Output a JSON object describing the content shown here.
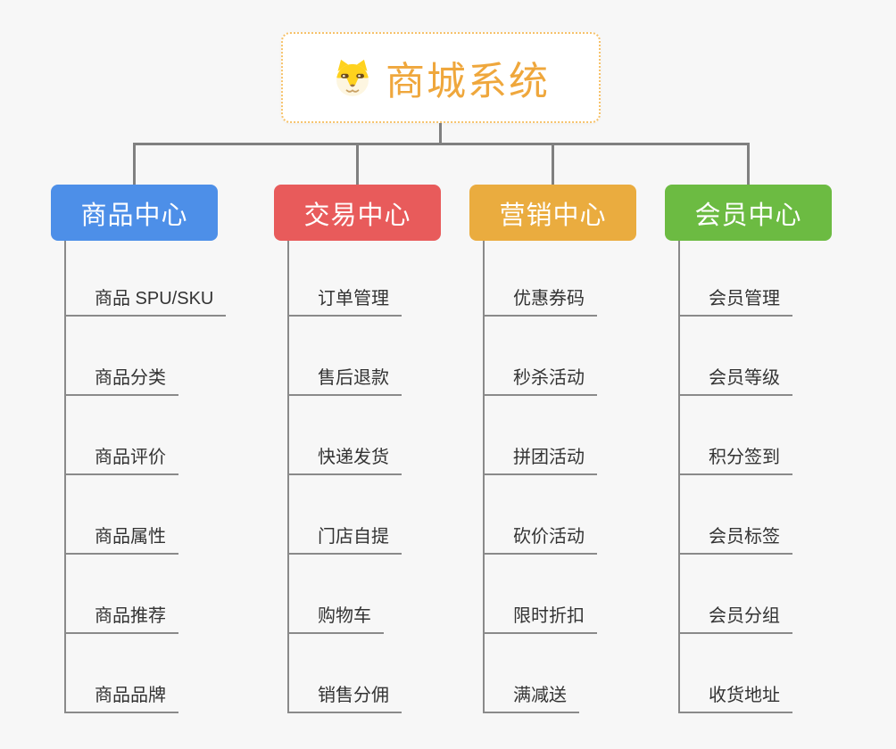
{
  "root": {
    "title": "商城系统",
    "icon": "shiba-dog-icon",
    "title_color": "#EFA73C",
    "border_color": "#F6C26B"
  },
  "branches": [
    {
      "label": "商品中心",
      "color": "#4D8FE8",
      "items": [
        "商品 SPU/SKU",
        "商品分类",
        "商品评价",
        "商品属性",
        "商品推荐",
        "商品品牌"
      ]
    },
    {
      "label": "交易中心",
      "color": "#E85B5B",
      "items": [
        "订单管理",
        "售后退款",
        "快递发货",
        "门店自提",
        "购物车",
        "销售分佣"
      ]
    },
    {
      "label": "营销中心",
      "color": "#EAAC3F",
      "items": [
        "优惠券码",
        "秒杀活动",
        "拼团活动",
        "砍价活动",
        "限时折扣",
        "满减送"
      ]
    },
    {
      "label": "会员中心",
      "color": "#6CBB42",
      "items": [
        "会员管理",
        "会员等级",
        "积分签到",
        "会员标签",
        "会员分组",
        "收货地址"
      ]
    }
  ],
  "connector_color": "#808080",
  "background_color": "#F7F7F7"
}
